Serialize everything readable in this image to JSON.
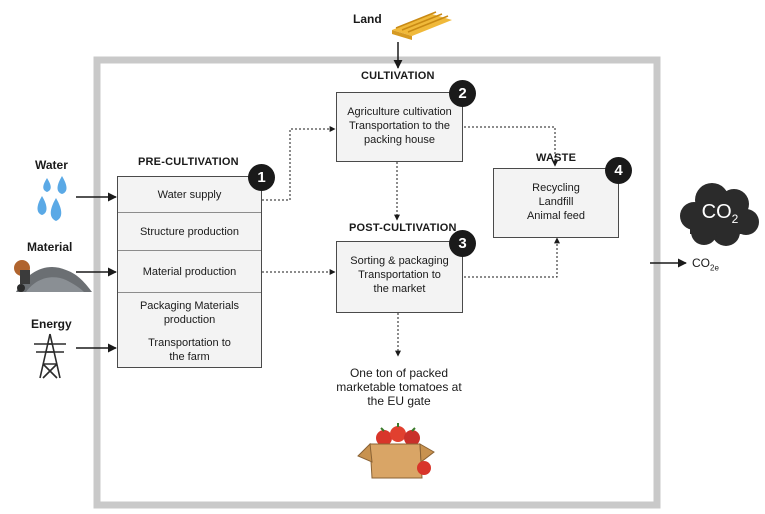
{
  "inputs": {
    "land": "Land",
    "water": "Water",
    "material": "Material",
    "energy": "Energy"
  },
  "stages": {
    "pre_cultivation": {
      "title": "PRE-CULTIVATION",
      "number": "1",
      "items": [
        "Water supply",
        "Structure production",
        "Material production",
        "Packaging Materials\nproduction",
        "Transportation to\nthe farm"
      ]
    },
    "cultivation": {
      "title": "CULTIVATION",
      "number": "2",
      "text": "Agriculture cultivation\nTransportation to the\npacking house"
    },
    "post_cultivation": {
      "title": "POST-CULTIVATION",
      "number": "3",
      "text": "Sorting & packaging\nTransportation to\nthe market"
    },
    "waste": {
      "title": "WASTE",
      "number": "4",
      "text": "Recycling\nLandfill\nAnimal feed"
    }
  },
  "output": {
    "functional_unit": "One ton of packed\nmarketable tomatoes at\nthe EU gate",
    "cloud_label": "CO",
    "cloud_sub": "2",
    "emission_label": "CO",
    "emission_sub": "2e"
  },
  "colors": {
    "system_boundary": "#c9c9c9",
    "box_fill": "#f3f3f3",
    "box_border": "#4a4a4a",
    "badge": "#1a1a1a",
    "cloud": "#2b2b2b",
    "water": "#5aa9e6",
    "land": "#f0b93a"
  },
  "icons": [
    "land-field-icon",
    "water-drops-icon",
    "material-pile-icon",
    "energy-pylon-icon",
    "tomato-box-icon",
    "co2-cloud-icon"
  ]
}
